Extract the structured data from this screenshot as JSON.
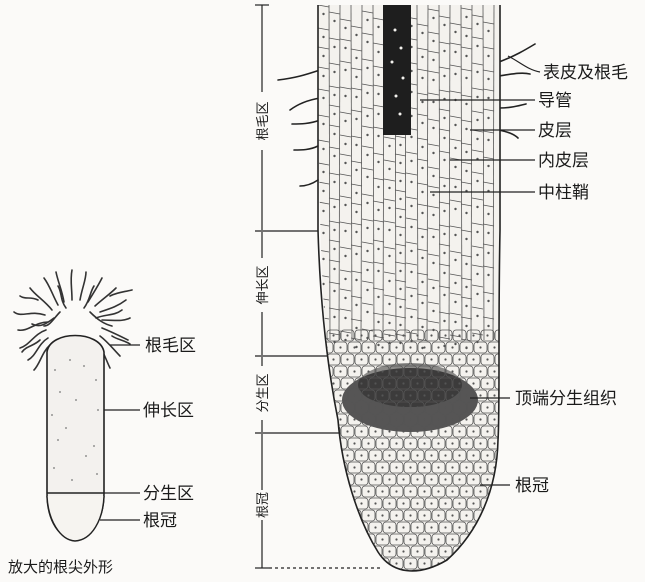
{
  "left_figure": {
    "labels": {
      "root_hair_zone": "根毛区",
      "elongation_zone": "伸长区",
      "meristem_zone": "分生区",
      "root_cap": "根冠"
    },
    "caption": "放大的根尖外形"
  },
  "right_figure": {
    "labels": {
      "epidermis_root_hair": "表皮及根毛",
      "vessel": "导管",
      "cortex": "皮层",
      "endodermis": "内皮层",
      "pericycle": "中柱鞘",
      "apical_meristem": "顶端分生组织",
      "root_cap": "根冠"
    },
    "zones": {
      "root_hair_zone": "根毛区",
      "elongation_zone": "伸长区",
      "meristem_zone": "分生区",
      "root_cap": "根冠"
    }
  }
}
